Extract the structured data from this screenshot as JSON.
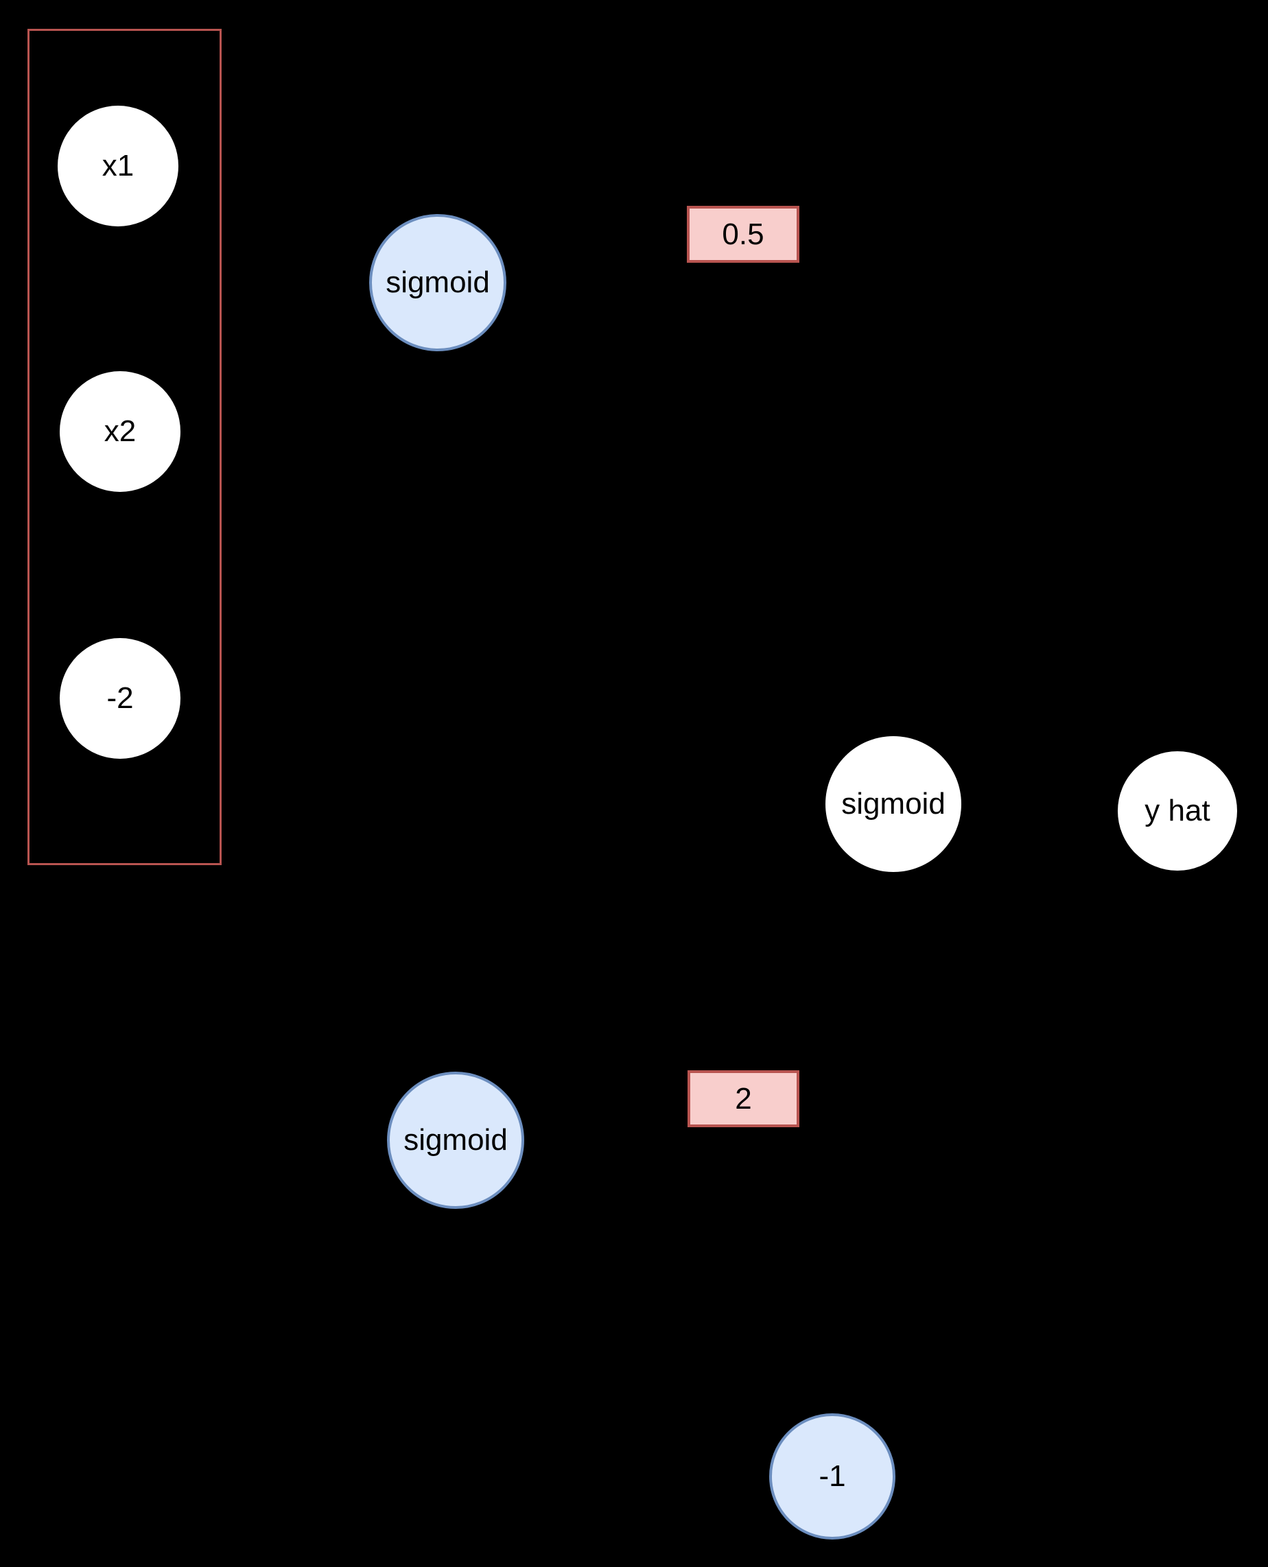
{
  "diagram_title": "neural-network-forward-pass-diagram",
  "background_color": "#000000",
  "palette": {
    "input_node_fill": "#ffffff",
    "activation_node_fill": "#dae8fc",
    "activation_node_stroke": "#6c8ebf",
    "weight_box_fill": "#f8cecc",
    "weight_box_stroke": "#b85450",
    "input_group_stroke": "#b85450",
    "label_color": "#000000"
  },
  "input_group": {
    "x1": {
      "label": "x1"
    },
    "x2": {
      "label": "x2"
    },
    "bias": {
      "label": "-2"
    }
  },
  "hidden_layer": {
    "activation_1": {
      "label": "sigmoid"
    },
    "activation_2": {
      "label": "sigmoid"
    }
  },
  "weights": {
    "w1": {
      "label": "0.5"
    },
    "w2": {
      "label": "2"
    }
  },
  "output_layer": {
    "activation": {
      "label": "sigmoid"
    },
    "bias": {
      "label": "-1"
    },
    "prediction": {
      "label": "y hat"
    }
  }
}
